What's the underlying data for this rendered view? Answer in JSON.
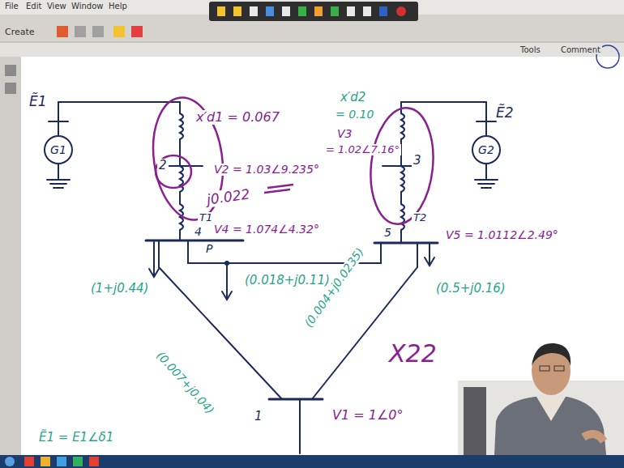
{
  "diagram": {
    "nodes": [
      {
        "text": [
          "G1"
        ]
      },
      {
        "text": [
          "G2"
        ]
      }
    ],
    "labels": [
      "File",
      "Edit",
      "View",
      "Window",
      "Help",
      "Create",
      "Tools",
      "Comment",
      "Ẽ1",
      "x′d1 = 0.067",
      "2",
      "V2 = 1.03∠9.235°",
      "j0.022",
      "T1",
      "4",
      "V4 = 1.074∠4.32°",
      "P",
      "x′d2",
      "= 0.10",
      "V3",
      "= 1.02∠7.16°",
      "3",
      "T2",
      "Ẽ2",
      "5",
      "V5 = 1.0112∠2.49°",
      "(1+j0.44)",
      "(0.018+j0.11)",
      "(0.5+j0.16)",
      "(0.007+j0.04)",
      "(0.004+j0.0235)",
      "X22",
      "1",
      "V1 = 1∠0°",
      "Ẽ1 = E1∠δ1"
    ]
  }
}
